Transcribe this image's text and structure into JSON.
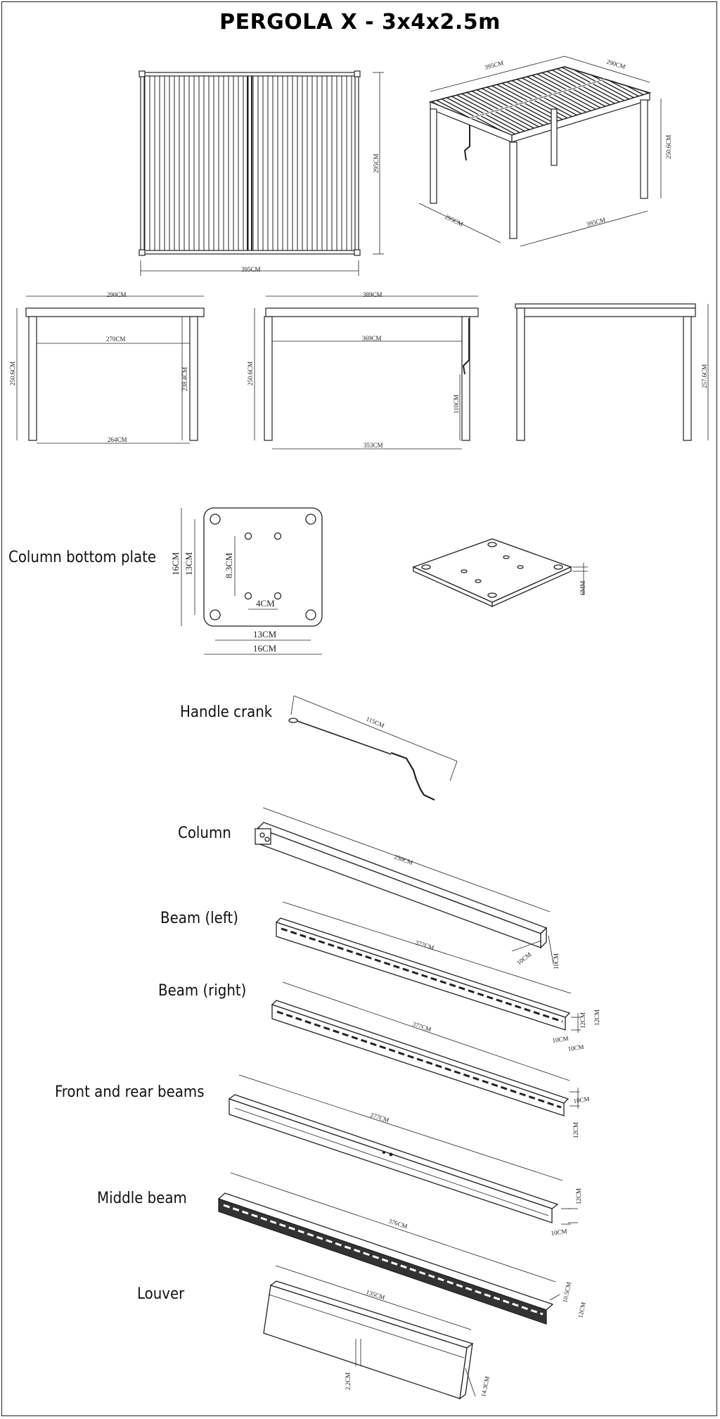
{
  "title": "PERGOLA X  - 3x4x2.5m",
  "top_view": {
    "width": "395CM",
    "height": "295CM"
  },
  "iso_view": {
    "top_length": "395CM",
    "top_width": "290CM",
    "height": "250.6CM",
    "bottom_length": "395CM",
    "bottom_width": "295CM"
  },
  "side_view_1": {
    "top": "290CM",
    "inner": "270CM",
    "left_h": "250.6CM",
    "right_h": "238.4CM",
    "bottom": "264CM"
  },
  "side_view_2": {
    "top": "389CM",
    "inner": "369CM",
    "left_h": "250.6CM",
    "crank_h": "110CM",
    "bottom": "353CM"
  },
  "side_view_3": {
    "right_h": "257.6CM"
  },
  "parts": {
    "bottom_plate": {
      "label": "Column bottom plate",
      "outer_v": "16CM",
      "inner_v": "13CM",
      "hole_v": "8.3CM",
      "hole_h": "4CM",
      "inner_h": "13CM",
      "outer_h": "16CM",
      "thickness": "6MM"
    },
    "handle_crank": {
      "label": "Handle crank",
      "length": "115CM"
    },
    "column": {
      "label": "Column",
      "length": "250CM",
      "w1": "10CM",
      "w2": "10CM"
    },
    "beam_left": {
      "label": "Beam (left)",
      "length": "377CM",
      "h": "12CM",
      "w": "10CM"
    },
    "beam_right": {
      "label": "Beam (right)",
      "length": "377CM",
      "h": "12CM",
      "w": "10CM"
    },
    "front_rear": {
      "label": "Front and rear beams",
      "length": "277CM",
      "w": "10CM",
      "h": "12CM"
    },
    "middle_beam": {
      "label": "Middle beam",
      "length": "376CM",
      "h": "12CM",
      "w": "10CM"
    },
    "louver": {
      "label": "Louver",
      "length": "135CM",
      "t": "2.2CM",
      "w": "14.3CM",
      "h1": "10.5CM",
      "h2": "12CM"
    }
  }
}
